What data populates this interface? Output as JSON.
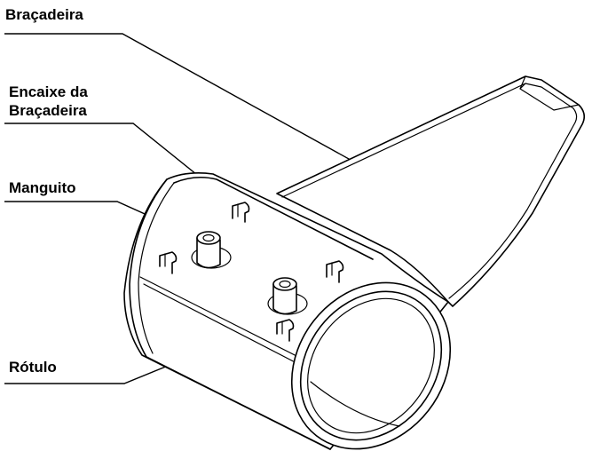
{
  "labels": {
    "bracadeira": "Braçadeira",
    "encaixe_line1": "Encaixe da",
    "encaixe_line2": "Braçadeira",
    "manguito": "Manguito",
    "rotulo": "Rótulo"
  }
}
